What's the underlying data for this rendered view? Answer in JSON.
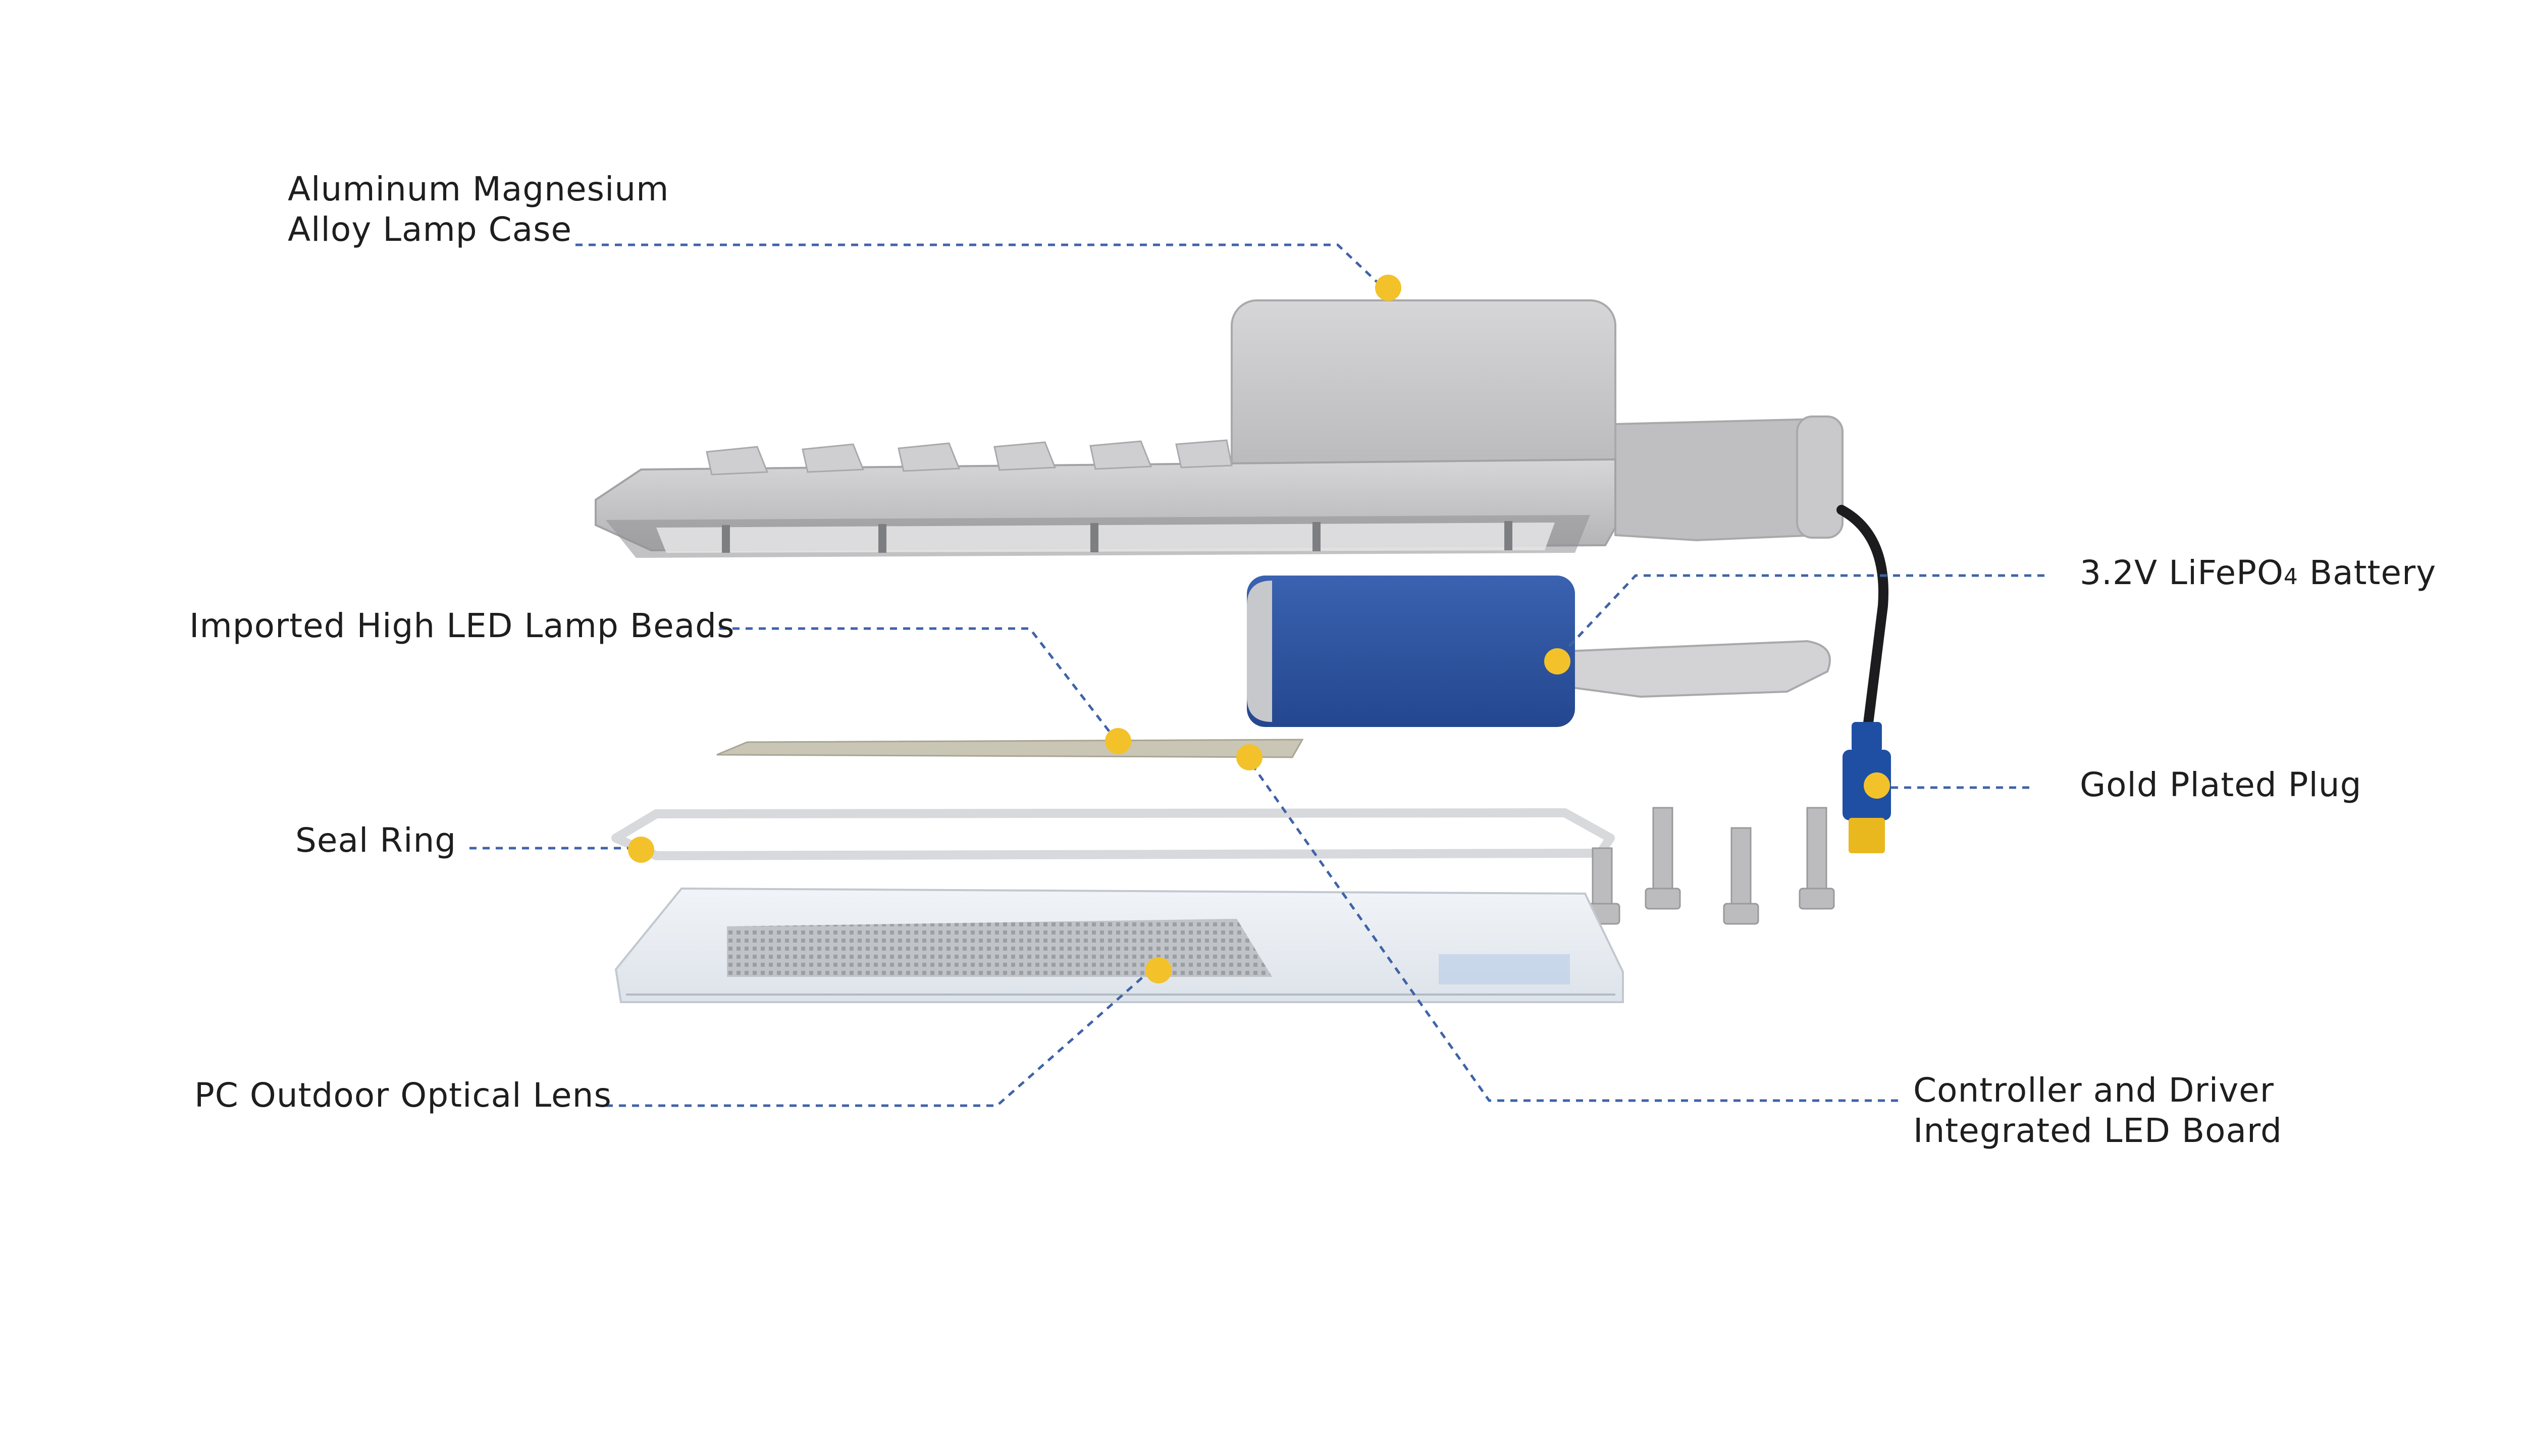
{
  "labels": {
    "case": [
      "Aluminum Magnesium",
      "Alloy Lamp Case"
    ],
    "beads": "Imported High LED Lamp Beads",
    "seal": "Seal Ring",
    "lens": "PC Outdoor Optical Lens",
    "battery_main": "3.2V LiFePO",
    "battery_sub": "4",
    "battery_tail": " Battery",
    "plug": "Gold Plated Plug",
    "board": [
      "Controller and Driver",
      "Integrated LED Board"
    ]
  },
  "colors": {
    "leader": "#3f63a8",
    "marker": "#f3c22a",
    "housing": "#c4c4c6",
    "battery": "#2f56a3",
    "connector": "#1f4fa3",
    "plug_tip": "#e9b81f"
  }
}
